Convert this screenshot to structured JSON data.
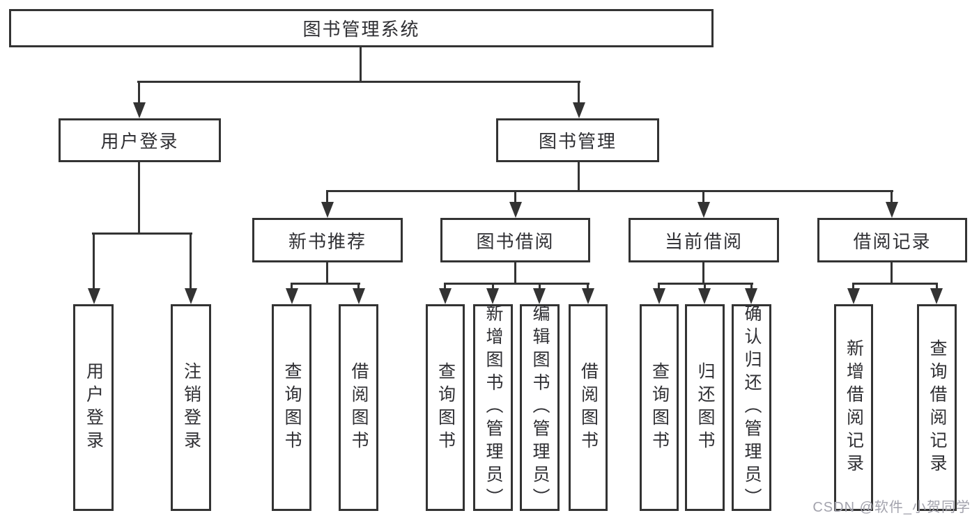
{
  "colors": {
    "line": "#333333",
    "box_border": "#333333",
    "text": "#2f2f33",
    "watermark": "#a3a3ad",
    "background": "#ffffff"
  },
  "tree": {
    "root": {
      "label": "图书管理系统"
    },
    "level2": [
      {
        "label": "用户登录",
        "children": [
          {
            "label": "用户登录"
          },
          {
            "label": "注销登录"
          }
        ]
      },
      {
        "label": "图书管理",
        "children": [
          {
            "label": "新书推荐",
            "children": [
              {
                "label": "查询图书"
              },
              {
                "label": "借阅图书"
              }
            ]
          },
          {
            "label": "图书借阅",
            "children": [
              {
                "label": "查询图书"
              },
              {
                "label": "新增图书（管理员）"
              },
              {
                "label": "编辑图书（管理员）"
              },
              {
                "label": "借阅图书"
              }
            ]
          },
          {
            "label": "当前借阅",
            "children": [
              {
                "label": "查询图书"
              },
              {
                "label": "归还图书"
              },
              {
                "label": "确认归还（管理员）"
              }
            ]
          },
          {
            "label": "借阅记录",
            "children": [
              {
                "label": "新增借阅记录"
              },
              {
                "label": "查询借阅记录"
              }
            ]
          }
        ]
      }
    ]
  },
  "watermark": {
    "text": "CSDN @软件_小贺同学"
  }
}
